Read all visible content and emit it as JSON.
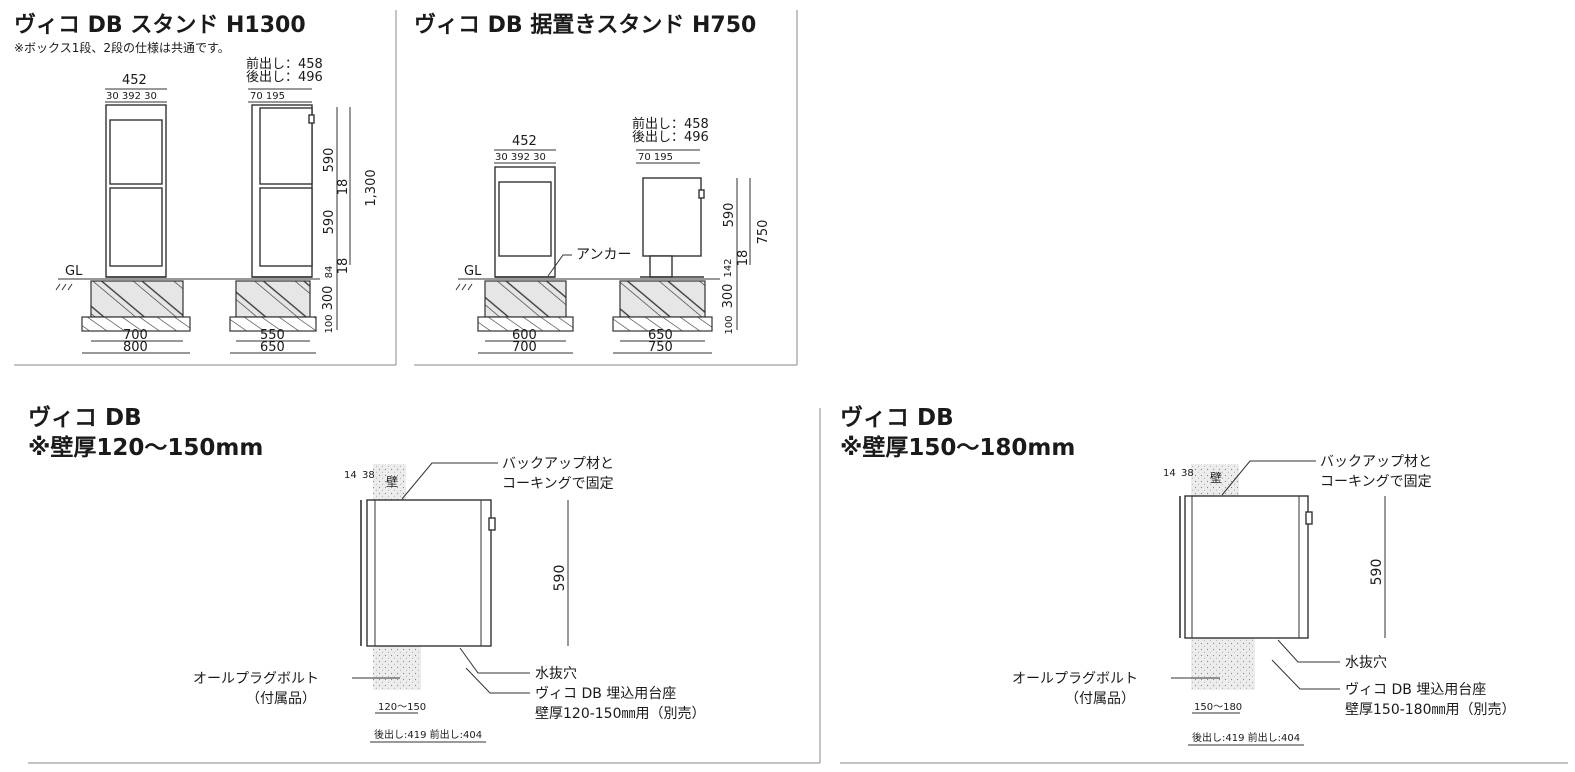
{
  "panels": {
    "stand_h1300": {
      "title": "ヴィコ DB スタンド H1300",
      "note": "※ボックス1段、2段の仕様は共通です。",
      "front_width": "452",
      "front_parts": "30 392 30",
      "side_top": "70 195",
      "front_out": "前出し：458",
      "back_out": "後出し：496",
      "h_box1": "590",
      "h_gap": "18",
      "h_box2": "590",
      "h_base": "18",
      "h_total": "1,300",
      "h_84": "84",
      "h_300": "300",
      "h_100": "100",
      "gl": "GL",
      "w_700": "700",
      "w_800": "800",
      "w_550": "550",
      "w_650": "650"
    },
    "stand_h750": {
      "title": "ヴィコ DB 据置きスタンド H750",
      "front_width": "452",
      "front_parts": "30 392 30",
      "side_top": "70 195",
      "front_out": "前出し：458",
      "back_out": "後出し：496",
      "h_box": "590",
      "h_base": "18",
      "h_total": "750",
      "h_142": "142",
      "h_300": "300",
      "h_100": "100",
      "anchor": "アンカー",
      "gl": "GL",
      "w_600": "600",
      "w_700": "700",
      "w_650": "650",
      "w_750": "750"
    },
    "wall_120": {
      "title": "ヴィコ DB",
      "subtitle": "※壁厚120〜150mm",
      "dim_14": "14",
      "dim_38": "38",
      "wall": "壁",
      "backup_1": "バックアップ材と",
      "backup_2": "コーキングで固定",
      "h_box": "590",
      "drain": "水抜穴",
      "bolt_1": "オールプラグボルト",
      "bolt_2": "（付属品）",
      "base_1": "ヴィコ DB 埋込用台座",
      "base_2": "壁厚120-150㎜用（別売）",
      "wall_range": "120〜150",
      "depth": "後出し:419 前出し:404"
    },
    "wall_150": {
      "title": "ヴィコ DB",
      "subtitle": "※壁厚150〜180mm",
      "dim_14": "14",
      "dim_38": "38",
      "wall": "壁",
      "backup_1": "バックアップ材と",
      "backup_2": "コーキングで固定",
      "h_box": "590",
      "drain": "水抜穴",
      "bolt_1": "オールプラグボルト",
      "bolt_2": "（付属品）",
      "base_1": "ヴィコ DB 埋込用台座",
      "base_2": "壁厚150-180㎜用（別売）",
      "wall_range": "150〜180",
      "depth": "後出し:419 前出し:404"
    }
  }
}
